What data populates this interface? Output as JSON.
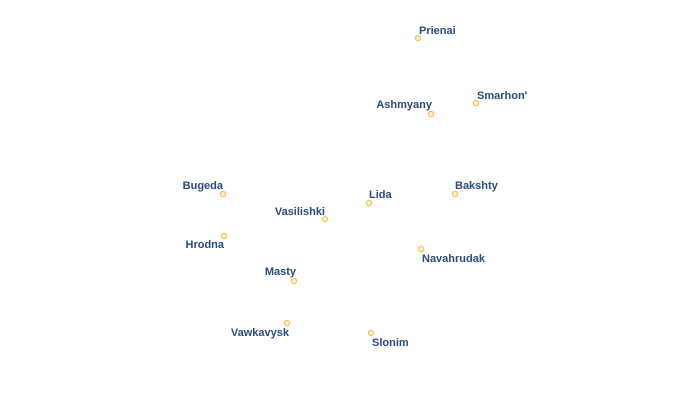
{
  "map": {
    "marker_color": "#f2c14e",
    "marker_fill": "#fff4d6",
    "label_color": "#2b4a7e",
    "places": [
      {
        "id": "prienai",
        "name": "Prienai"
      },
      {
        "id": "smarhon",
        "name": "Smarhon'"
      },
      {
        "id": "ashmyany",
        "name": "Ashmyany"
      },
      {
        "id": "bugeda",
        "name": "Bugeda"
      },
      {
        "id": "lida",
        "name": "Lida"
      },
      {
        "id": "bakshty",
        "name": "Bakshty"
      },
      {
        "id": "vasilishki",
        "name": "Vasilishki"
      },
      {
        "id": "hrodna",
        "name": "Hrodna"
      },
      {
        "id": "navahrudak",
        "name": "Navahrudak"
      },
      {
        "id": "masty",
        "name": "Masty"
      },
      {
        "id": "vawkavysk",
        "name": "Vawkavysk"
      },
      {
        "id": "slonim",
        "name": "Slonim"
      }
    ]
  }
}
